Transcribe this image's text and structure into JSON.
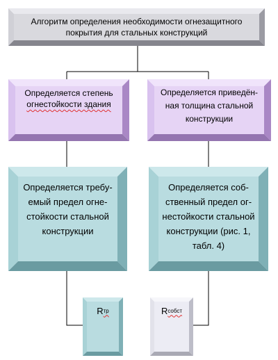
{
  "title_box": {
    "line1": "Алгоритм определения необходимости огнезащитного",
    "line2": "покрытия для стальных конструкций"
  },
  "left_purple": {
    "line1": "Определяется степень",
    "line2": "огнестойкости здания"
  },
  "right_purple": {
    "line1": "Определяется приведён-",
    "line2": "ная толщина стальной",
    "line3": "конструкции"
  },
  "left_teal": {
    "line1": "Определяется требу-",
    "line2": "емый предел огне-",
    "line3": "стойкости стальной",
    "line4": "конструкции"
  },
  "right_teal": {
    "line1": "Определяется соб-",
    "line2": "ственный предел ог-",
    "line3": "нестойкости стальной",
    "line4": "конструкции (рис. 1,",
    "line5": "табл. 4)"
  },
  "r_required": {
    "symbol": "R",
    "subscript": "тр"
  },
  "r_own": {
    "symbol": "R",
    "subscript": "собст"
  },
  "colors": {
    "gray_face": "#d9d9de",
    "purple_face": "#e6d4f5",
    "teal_face": "#b9dce0",
    "lilac_face": "#ececf4"
  }
}
